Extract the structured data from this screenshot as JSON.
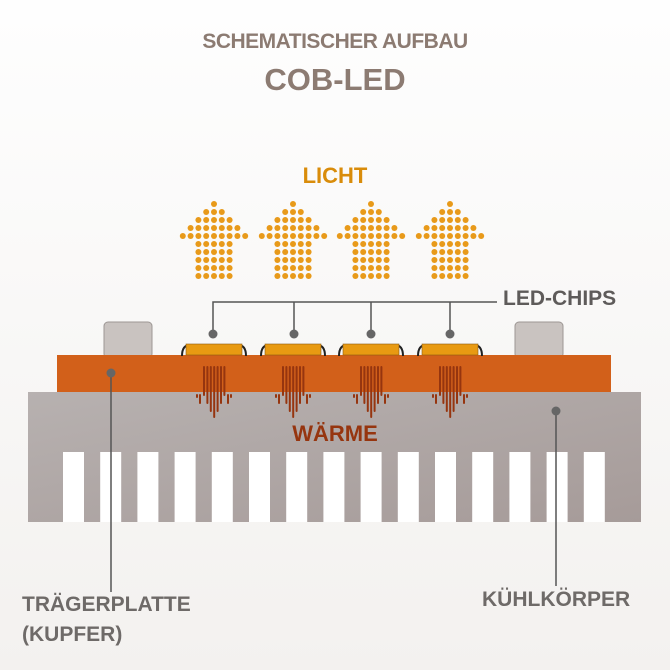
{
  "title": {
    "line1": "SCHEMATISCHER AUFBAU",
    "line2": "COB-LED"
  },
  "labels": {
    "light": "LICHT",
    "led_chips": "LED-CHIPS",
    "heat": "WÄRME",
    "carrier_plate": "TRÄGERPLATTE",
    "carrier_material": "(KUPFER)",
    "heat_sink": "KÜHLKÖRPER"
  },
  "colors": {
    "light": "#e89a1a",
    "copper": "#d2601a",
    "heat": "#96350f",
    "heatsink": "#a9a09e",
    "title": "#8c7b72"
  },
  "chip_count": 4,
  "heatsink_fin_slots": 15
}
